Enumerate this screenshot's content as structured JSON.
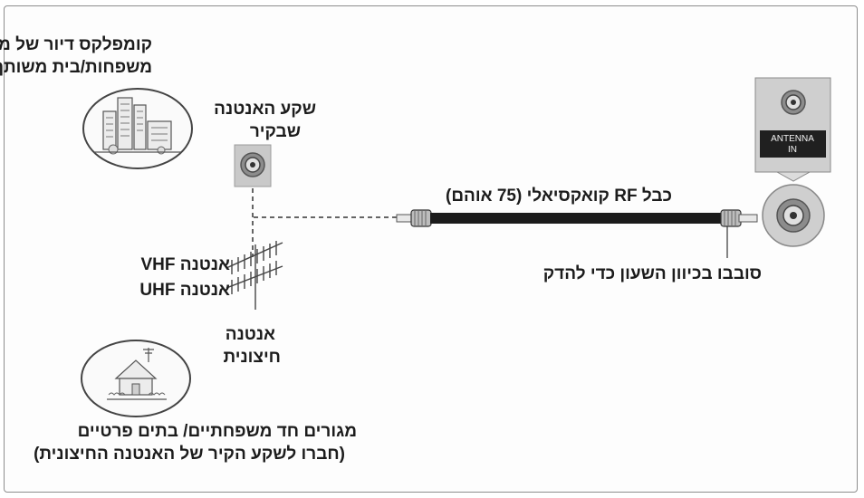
{
  "labels": {
    "apartment_complex_line1": "קומפלקס דיור של מספר",
    "apartment_complex_line2": "משפחות/בית משותף",
    "wall_jack_line1": "שקע האנטנה",
    "wall_jack_line2": "שבקיר",
    "rf_cable": "כבל RF קואקסיאלי (75 אוהם)",
    "turn_clockwise": "סובבו בכיוון השעון כדי להדק",
    "vhf_antenna": "אנטנה VHF",
    "uhf_antenna": "אנטנה UHF",
    "outdoor_antenna_line1": "אנטנה",
    "outdoor_antenna_line2": "חיצונית",
    "single_family_line1": "מגורים חד משפחתיים/ בתים פרטיים",
    "single_family_line2": "(חברו לשקע הקיר של האנטנה החיצונית)",
    "antenna_in_line1": "ANTENNA",
    "antenna_in_line2": "IN"
  },
  "icons": [
    "apartment-building-icon",
    "house-icon",
    "wall-antenna-jack-icon",
    "yagi-antenna-icon",
    "coaxial-cable-icon",
    "tv-antenna-panel-icon",
    "coax-connector-icon"
  ]
}
